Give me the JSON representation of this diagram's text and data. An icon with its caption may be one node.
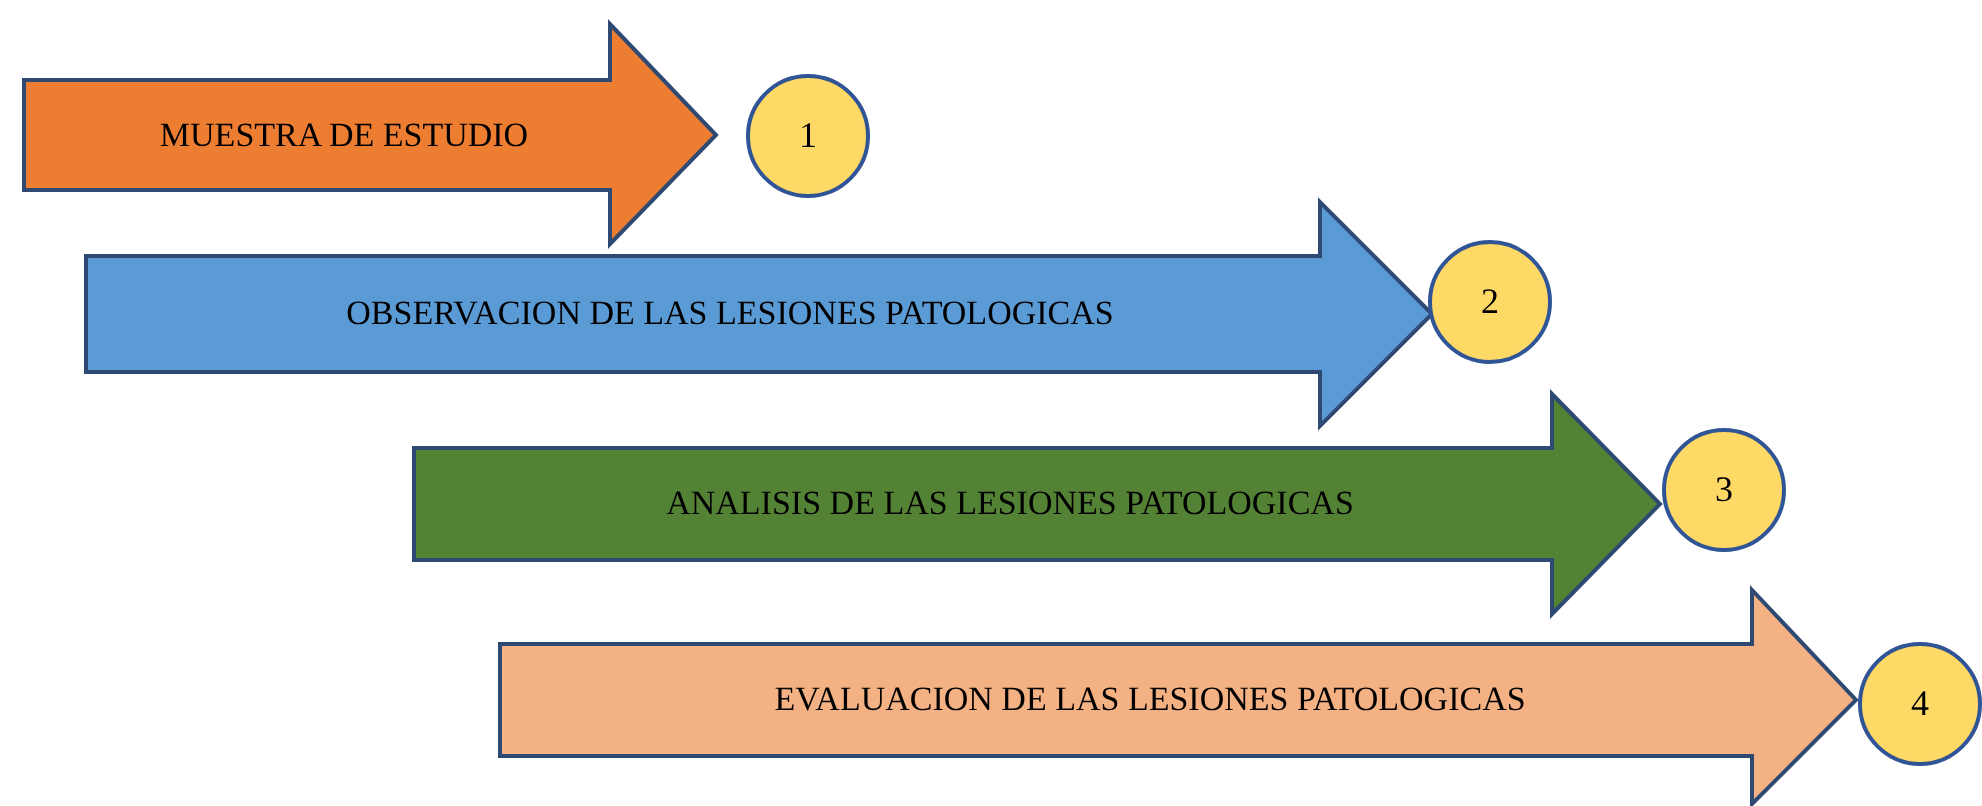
{
  "diagram": {
    "nodes": [
      {
        "text": [
          "MUESTRA DE ESTUDIO"
        ]
      },
      {
        "text": [
          "1"
        ]
      },
      {
        "text": [
          "OBSERVACION DE LAS LESIONES PATOLOGICAS"
        ]
      },
      {
        "text": [
          "2"
        ]
      },
      {
        "text": [
          "ANALISIS DE LAS LESIONES PATOLOGICAS"
        ]
      },
      {
        "text": [
          "3"
        ]
      },
      {
        "text": [
          "EVALUACION DE LAS LESIONES PATOLOGICAS"
        ]
      },
      {
        "text": [
          "4"
        ]
      }
    ]
  }
}
